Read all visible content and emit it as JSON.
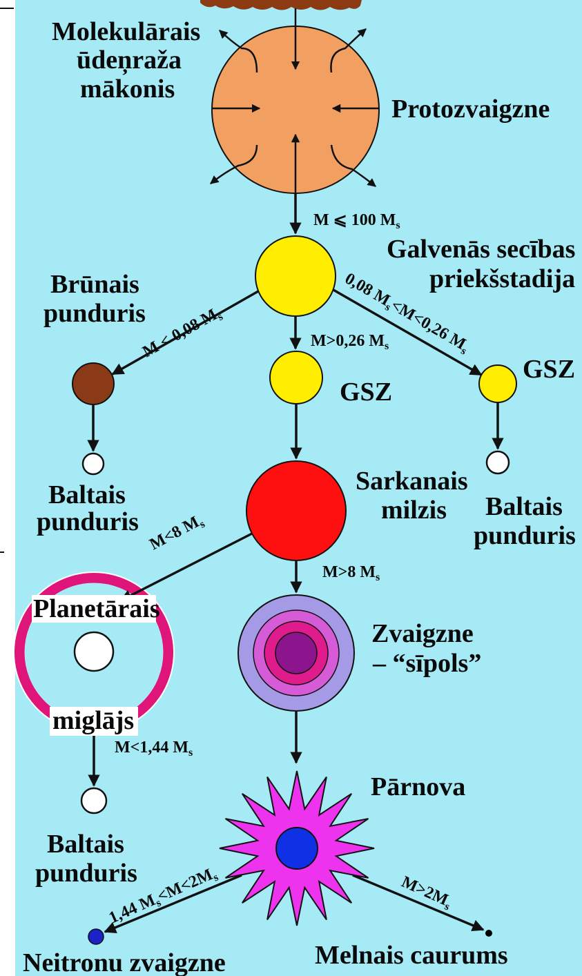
{
  "colors": {
    "background": "#a6eaf6",
    "cloud": "#8b3a12",
    "protostar": "#f2a062",
    "yellow_star": "#ffee00",
    "brown_dwarf": "#8b3a18",
    "white_dwarf": "#ffffff",
    "red_giant": "#ff1010",
    "nebula_ring": "#e0157a",
    "onion_outer": "#a59ae6",
    "onion_mid1": "#d65bd6",
    "onion_mid2": "#e01c8c",
    "onion_core": "#8c148c",
    "supernova": "#ee33ee",
    "supernova_core": "#1030e6",
    "neutron_star": "#1a22c8",
    "black_hole": "#000000"
  },
  "labels": {
    "cloud_line1": "Molekulārais",
    "cloud_line2": "ūdeņraža",
    "cloud_line3": "mākonis",
    "protostar": "Protozvaigzne",
    "pre_main_line1": "Galvenās secības",
    "pre_main_line2": "priekšstadija",
    "brown_dwarf_line1": "Brūnais",
    "brown_dwarf_line2": "punduris",
    "gsz_center": "GSZ",
    "gsz_right": "GSZ",
    "white_dwarf_left_line1": "Baltais",
    "white_dwarf_left_line2": "punduris",
    "white_dwarf_right_line1": "Baltais",
    "white_dwarf_right_line2": "punduris",
    "red_giant_line1": "Sarkanais",
    "red_giant_line2": "milzis",
    "planetary_line1": "Planetārais",
    "planetary_line2": "miglājs",
    "onion_line1": "Zvaigzne",
    "onion_line2": "– “sīpols”",
    "white_dwarf_bottom_line1": "Baltais",
    "white_dwarf_bottom_line2": "punduris",
    "supernova": "Pārnova",
    "neutron_star": "Neitronu zvaigzne",
    "black_hole": "Melnais caurums"
  },
  "conditions": {
    "m_le_100": {
      "main": "M ⩽ 100 M",
      "sub": "s"
    },
    "m_lt_008": {
      "main": "M < 0,08 M",
      "sub": "s"
    },
    "m_range_008_026": {
      "p1": "0,08 M",
      "s1": "s",
      "p2": "<M<0,26 M",
      "s2": "s"
    },
    "m_gt_026": {
      "main": "M>0,26 M",
      "sub": "s"
    },
    "m_lt_8": {
      "main": "M<8 M",
      "sub": "s"
    },
    "m_gt_8": {
      "main": "M>8 M",
      "sub": "s"
    },
    "m_lt_144": {
      "main": "M<1,44 M",
      "sub": "s"
    },
    "m_range_144_2": {
      "p1": "1,44 M",
      "s1": "s",
      "p2": "<M<2M",
      "s2": "s"
    },
    "m_gt_2": {
      "main": "M>2M",
      "sub": "s"
    }
  }
}
